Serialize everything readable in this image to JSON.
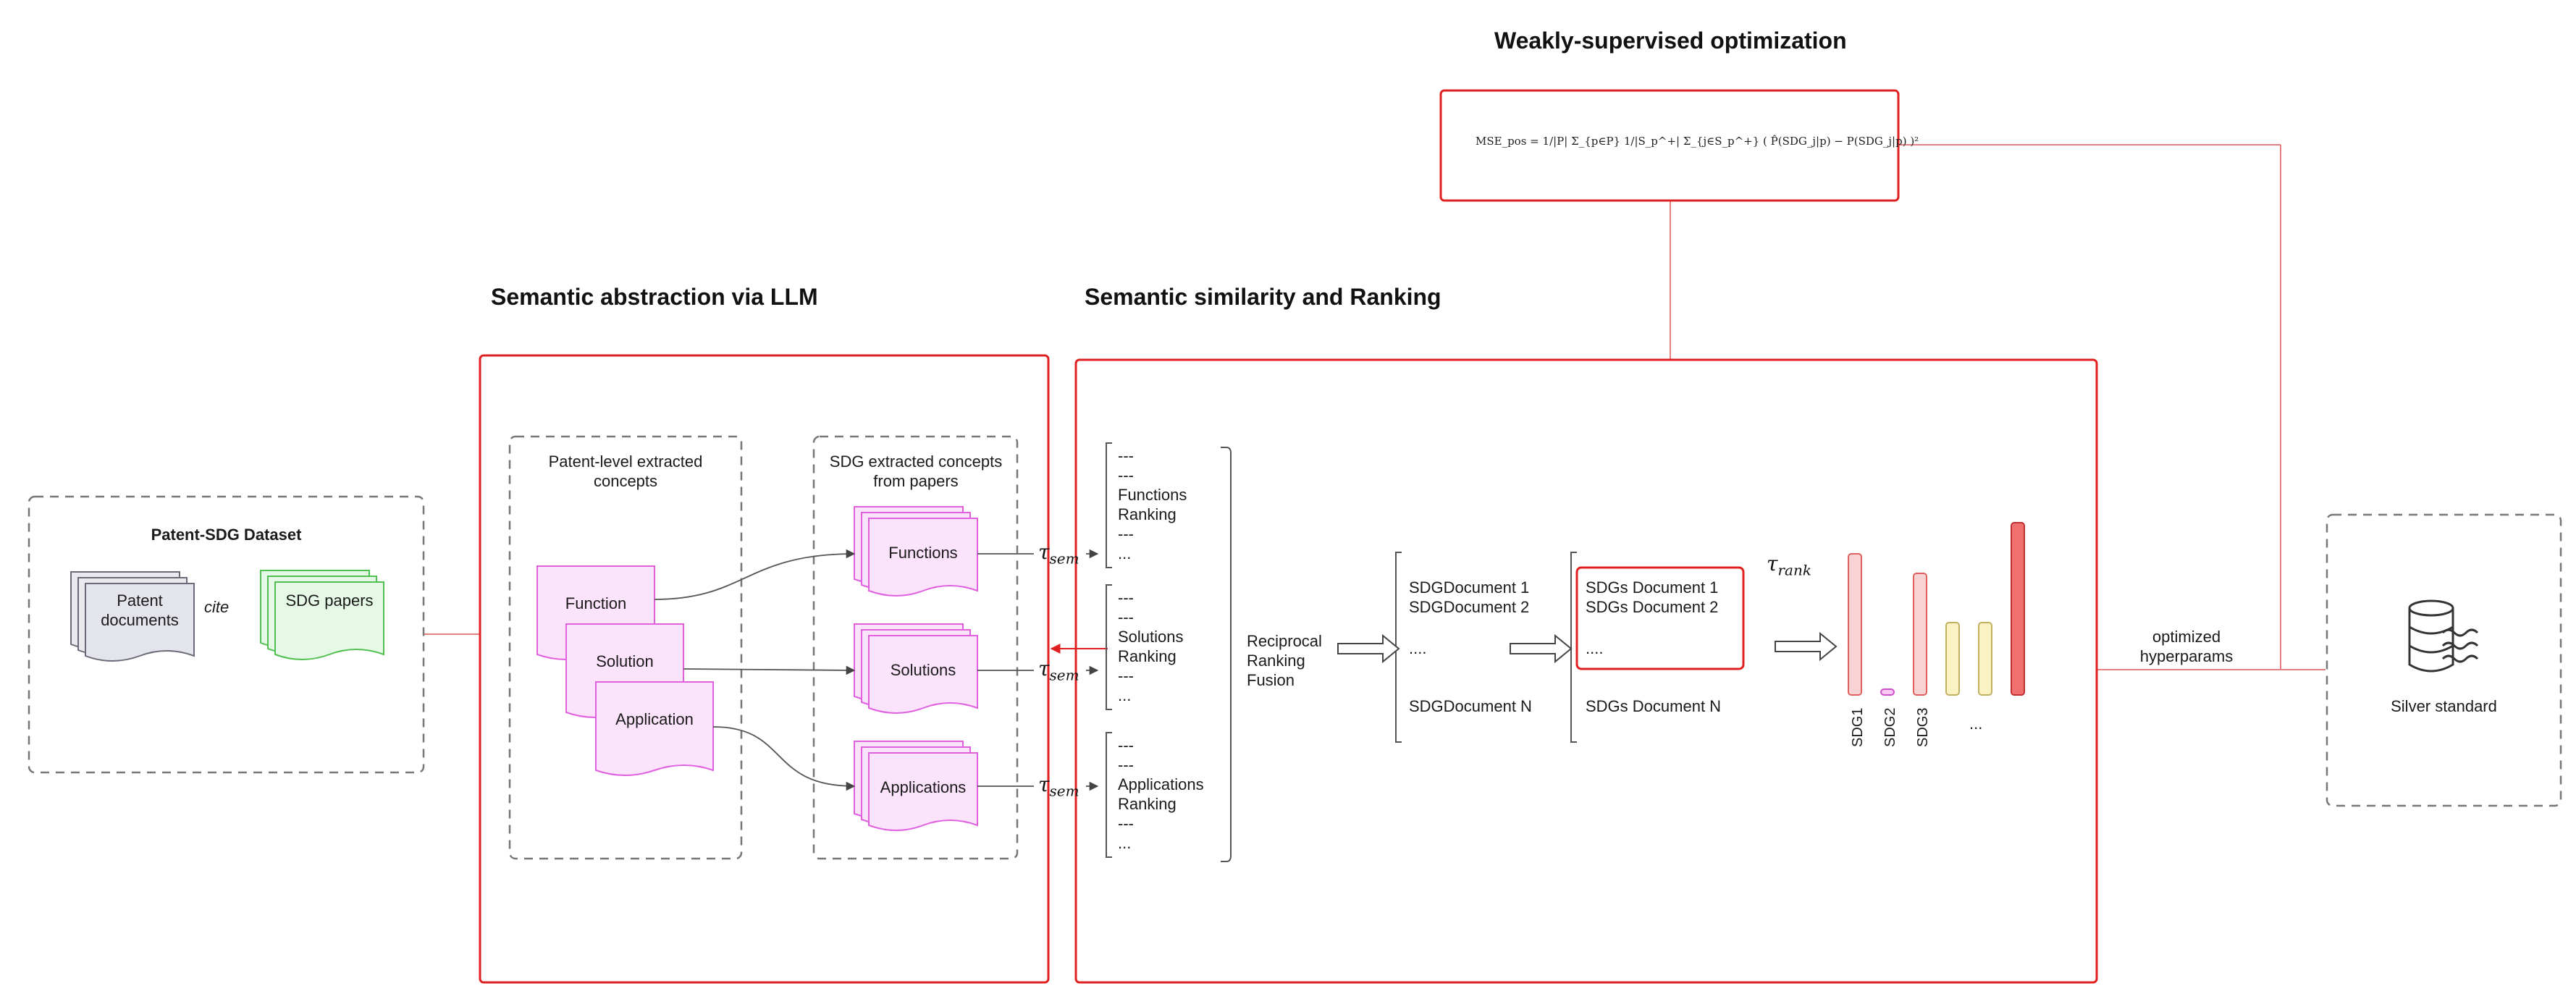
{
  "titles": {
    "weakly_supervised": "Weakly-supervised optimization",
    "semantic_abstraction": "Semantic abstraction via LLM",
    "semantic_similarity": "Semantic similarity and Ranking"
  },
  "formula": "MSE_pos = 1/|P| Σ_{p∈P} 1/|S_p^+| Σ_{j∈S_p^+} ( P̂(SDG_j|p) − P(SDG_j|p) )²",
  "dataset": {
    "title": "Patent-SDG Dataset",
    "patent_documents": "Patent documents",
    "cite": "cite",
    "sdg_papers": "SDG papers"
  },
  "abstraction": {
    "patent_panel_title": "Patent-level extracted concepts",
    "sdg_panel_title": "SDG extracted concepts from papers",
    "function": "Function",
    "solution": "Solution",
    "application": "Application",
    "functions": "Functions",
    "solutions": "Solutions",
    "applications": "Applications"
  },
  "tau_sem": "τ",
  "tau_sem_sub": "sem",
  "tau_rank": "τ",
  "tau_rank_sub": "rank",
  "rankings": {
    "functions": [
      "---",
      "---",
      "Functions",
      "Ranking",
      "---",
      "..."
    ],
    "solutions": [
      "---",
      "---",
      "Solutions",
      "Ranking",
      "---",
      "..."
    ],
    "applications": [
      "---",
      "---",
      "Applications",
      " Ranking",
      "---",
      "..."
    ]
  },
  "fusion": [
    "Reciprocal",
    "Ranking",
    "Fusion"
  ],
  "sdg_docs": {
    "doc1": "SDGDocument 1",
    "doc2": "SDGDocument 2",
    "dots": "....",
    "docN": "SDGDocument N"
  },
  "sdgs_docs": {
    "doc1": "SDGs Document 1",
    "doc2": "SDGs Document 2",
    "dots": "....",
    "docN": "SDGs Document N"
  },
  "bars": {
    "labels": [
      "SDG1",
      "SDG2",
      "SDG3"
    ],
    "ellipsis": "...",
    "colors": {
      "pink": "#f9d3d3",
      "yellow": "#fbf2c4",
      "red": "#f07070",
      "magenta": "#f9c8f4"
    }
  },
  "link_label": [
    "optimized",
    "hyperparams"
  ],
  "silver_standard": "Silver standard",
  "colors": {
    "red_border": "#e02020",
    "magenta_doc": "#e060e0",
    "magenta_fill": "#fbe3fb",
    "green_doc": "#50c050",
    "green_fill": "#e6f9e6",
    "grey_doc": "#6a6a78",
    "grey_fill": "#e9e9ef"
  },
  "icons": [
    "database-icon",
    "arrow-icon",
    "document-stack-icon"
  ]
}
